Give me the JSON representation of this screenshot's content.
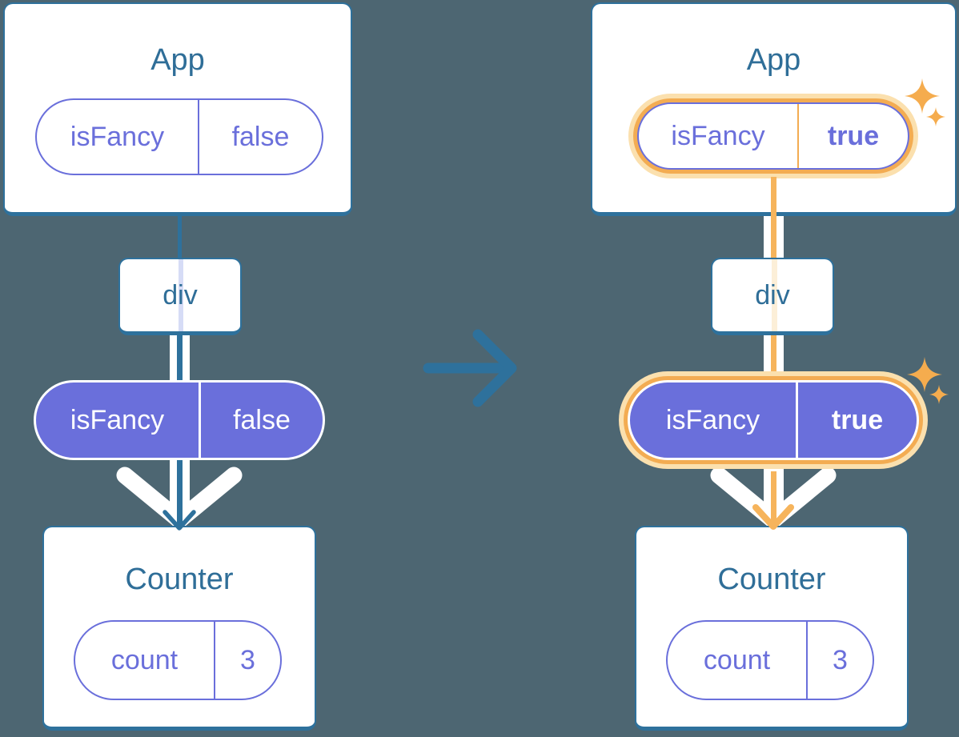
{
  "panels": {
    "before": {
      "app": {
        "title": "App",
        "prop": {
          "name": "isFancy",
          "value": "false"
        }
      },
      "div_node": {
        "label": "div"
      },
      "passed_prop": {
        "name": "isFancy",
        "value": "false"
      },
      "counter": {
        "title": "Counter",
        "state": {
          "name": "count",
          "value": "3"
        }
      }
    },
    "after": {
      "app": {
        "title": "App",
        "prop": {
          "name": "isFancy",
          "value": "true"
        }
      },
      "div_node": {
        "label": "div"
      },
      "passed_prop": {
        "name": "isFancy",
        "value": "true"
      },
      "counter": {
        "title": "Counter",
        "state": {
          "name": "count",
          "value": "3"
        }
      }
    }
  },
  "colors": {
    "background": "#4D6672",
    "tree_blue": "#2E719C",
    "heading_text": "#2F6E98",
    "purple": "#6A6FDB",
    "highlight_orange": "#F3AC52",
    "highlight_orange_light": "#FBE0AE",
    "pass_through_lavender": "#D6DCF6",
    "pass_through_cream": "#FCEFD8",
    "white": "#FFFFFF"
  }
}
